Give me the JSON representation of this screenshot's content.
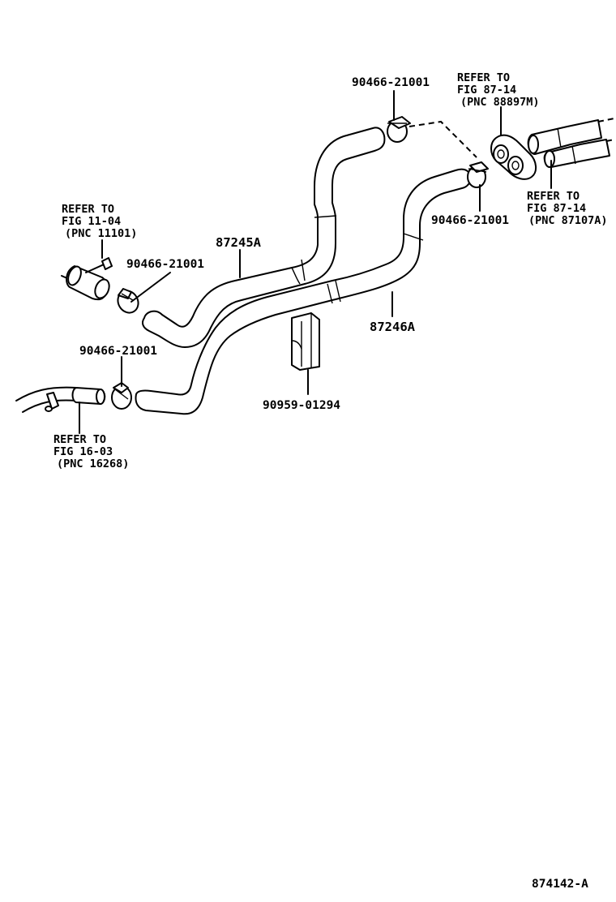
{
  "diagram": {
    "labels": {
      "clamp_top": "90466-21001",
      "refer_top_1": "REFER TO",
      "refer_top_2": "FIG 87-14",
      "refer_top_3": "(PNC 88897M)",
      "refer_fig11_1": "REFER TO",
      "refer_fig11_2": "FIG 11-04",
      "refer_fig11_3": "(PNC 11101)",
      "hose_upper": "87245A",
      "clamp_left_upper": "90466-21001",
      "clamp_right": "90466-21001",
      "refer_right_1": "REFER TO",
      "refer_right_2": "FIG 87-14",
      "refer_right_3": "(PNC 87107A)",
      "hose_lower": "87246A",
      "clamp_left_lower": "90466-21001",
      "bracket": "90959-01294",
      "refer_fig16_1": "REFER TO",
      "refer_fig16_2": "FIG 16-03",
      "refer_fig16_3": "(PNC 16268)",
      "figure_id": "874142-A"
    }
  }
}
